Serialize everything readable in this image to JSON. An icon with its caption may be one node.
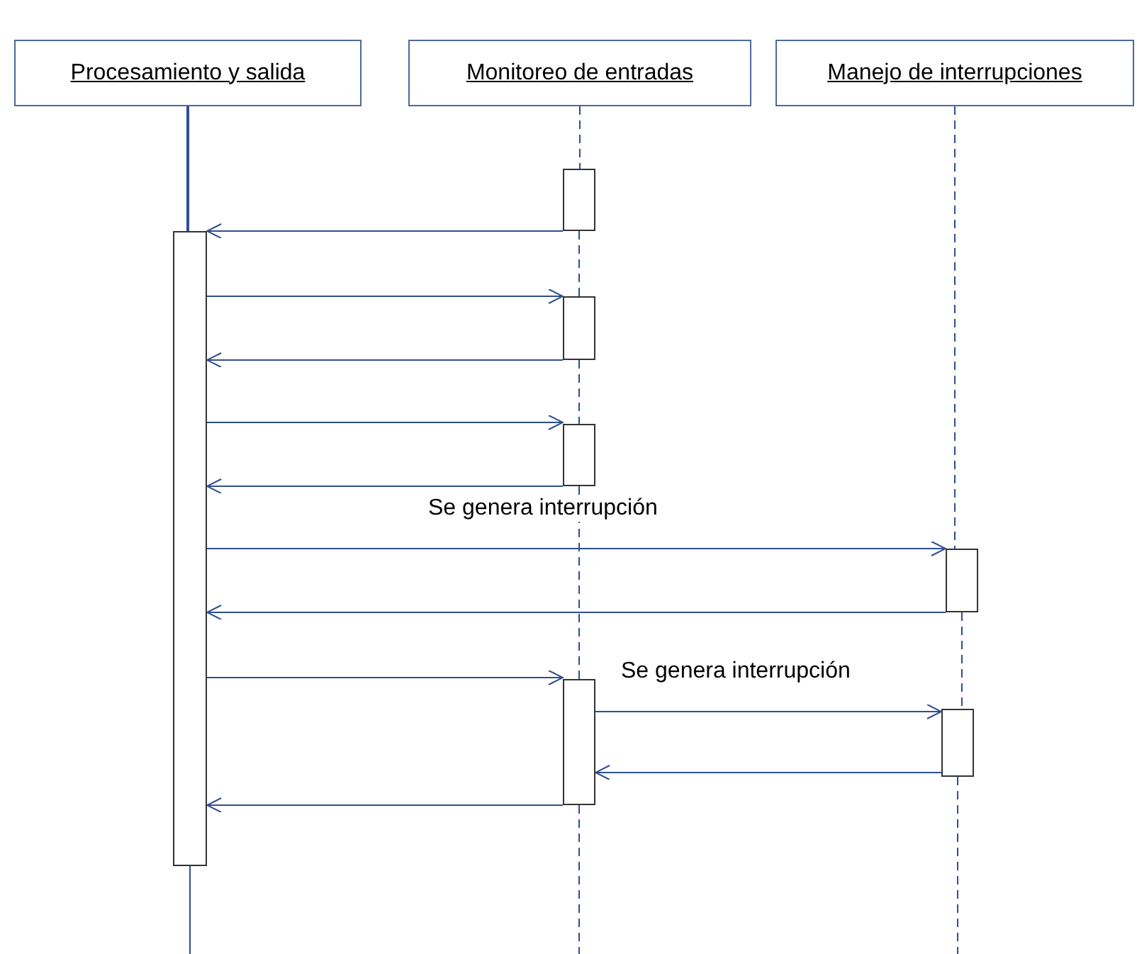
{
  "diagram": {
    "nodes": [
      {
        "text": [
          "Procesamiento y salida"
        ]
      },
      {
        "text": [
          "Monitoreo de entradas"
        ]
      },
      {
        "text": [
          "Manejo de interrupciones"
        ]
      },
      {
        "text": [],
        "shape": "bar"
      },
      {
        "text": [],
        "shape": "bar"
      },
      {
        "text": [],
        "shape": "bar"
      },
      {
        "text": [],
        "shape": "bar"
      },
      {
        "text": [],
        "shape": "bar"
      },
      {
        "text": [],
        "shape": "bar"
      },
      {
        "text": [],
        "shape": "bar"
      }
    ],
    "edges": [
      {
        "from": 4,
        "to": 3,
        "arrow": "to"
      },
      {
        "from": 3,
        "to": 5,
        "arrow": "to"
      },
      {
        "from": 5,
        "to": 3,
        "arrow": "to"
      },
      {
        "from": 3,
        "to": 6,
        "arrow": "to"
      },
      {
        "from": 6,
        "to": 3,
        "arrow": "to"
      },
      {
        "from": 3,
        "to": 7,
        "arrow": "to",
        "label": "Se genera interrupción"
      },
      {
        "from": 7,
        "to": 3,
        "arrow": "to"
      },
      {
        "from": 3,
        "to": 8,
        "arrow": "to"
      },
      {
        "from": 8,
        "to": 9,
        "arrow": "to",
        "label": "Se genera interrupción"
      },
      {
        "from": 9,
        "to": 8,
        "arrow": "to"
      },
      {
        "from": 8,
        "to": 3,
        "arrow": "to"
      },
      {
        "from": 0,
        "to": 3,
        "arrow": "none"
      },
      {
        "from": 3,
        "to": null,
        "arrow": "none"
      },
      {
        "from": 1,
        "to": 4,
        "arrow": "none",
        "style": "dashed"
      },
      {
        "from": 4,
        "to": 5,
        "arrow": "none",
        "style": "dashed"
      },
      {
        "from": 5,
        "to": 6,
        "arrow": "none",
        "style": "dashed"
      },
      {
        "from": 6,
        "to": 8,
        "arrow": "none",
        "style": "dashed"
      },
      {
        "from": 8,
        "to": null,
        "arrow": "none",
        "style": "dashed"
      },
      {
        "from": 2,
        "to": 7,
        "arrow": "none",
        "style": "dashed"
      },
      {
        "from": 7,
        "to": 9,
        "arrow": "none",
        "style": "dashed"
      },
      {
        "from": 9,
        "to": null,
        "arrow": "none",
        "style": "dashed"
      }
    ]
  }
}
